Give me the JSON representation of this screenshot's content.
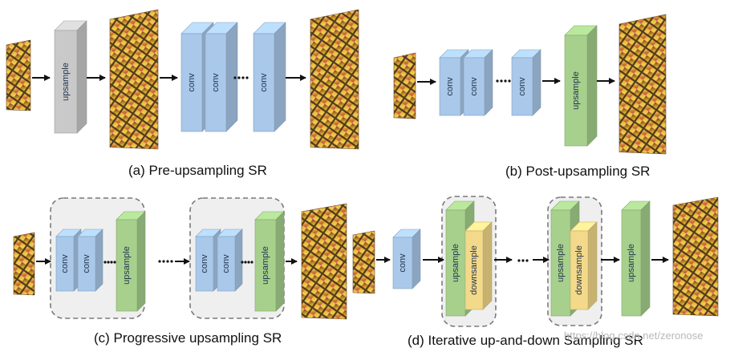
{
  "captions": {
    "a": "(a) Pre-upsampling SR",
    "b": "(b) Post-upsampling SR",
    "c": "(c) Progressive upsampling SR",
    "d": "(d) Iterative up-and-down Sampling SR"
  },
  "block_labels": {
    "conv": "conv",
    "upsample": "upsample",
    "downsample": "downsample"
  },
  "watermark": "https://blog.csdn.net/zeronose",
  "colors": {
    "conv": "#a9c8ea",
    "upsample_gray": "#c9c9c9",
    "upsample_green": "#a6d08c",
    "downsample": "#f3d98a",
    "arrow": "#111111",
    "group_border": "#7a7a7a",
    "group_fill": "#efefef"
  }
}
